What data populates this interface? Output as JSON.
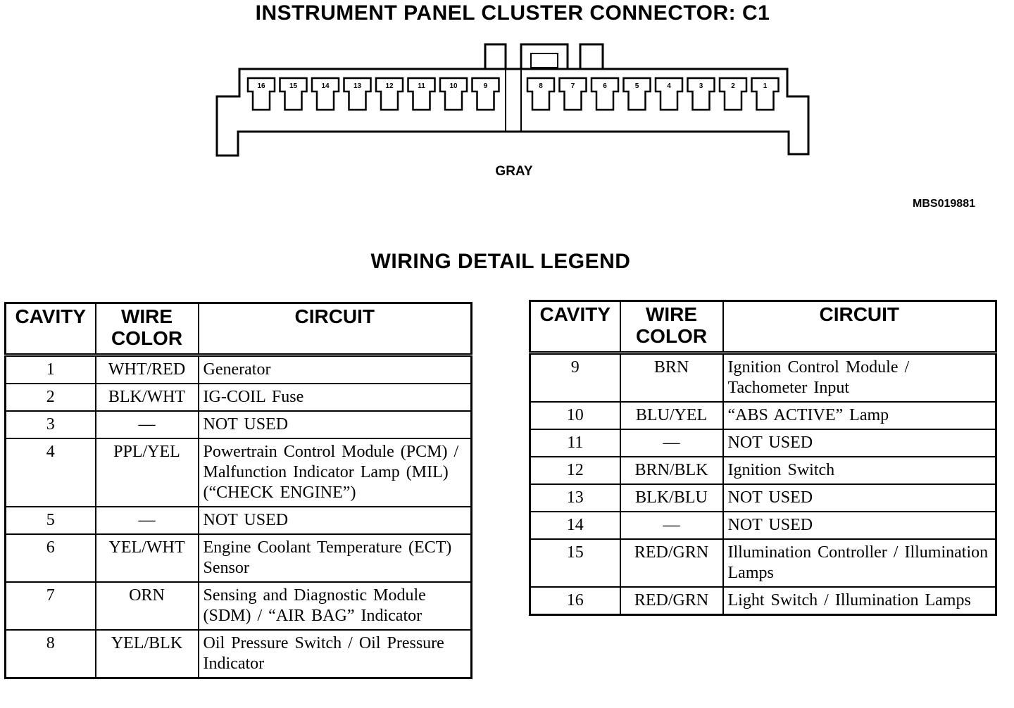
{
  "connector": {
    "title": "INSTRUMENT PANEL CLUSTER CONNECTOR: C1",
    "color_label": "GRAY",
    "figure_id": "MBS019881",
    "cavity_numbers": [
      "16",
      "15",
      "14",
      "13",
      "12",
      "11",
      "10",
      "9",
      "8",
      "7",
      "6",
      "5",
      "4",
      "3",
      "2",
      "1"
    ]
  },
  "legend": {
    "title": "WIRING DETAIL LEGEND",
    "headers": {
      "cavity": "CAVITY",
      "wire_color_line1": "WIRE",
      "wire_color_line2": "COLOR",
      "circuit": "CIRCUIT"
    },
    "left_rows": [
      {
        "cavity": "1",
        "color": "WHT/RED",
        "circuit": "Generator"
      },
      {
        "cavity": "2",
        "color": "BLK/WHT",
        "circuit": "IG-COIL Fuse"
      },
      {
        "cavity": "3",
        "color": "—",
        "circuit": "NOT USED"
      },
      {
        "cavity": "4",
        "color": "PPL/YEL",
        "circuit": "Powertrain Control Module (PCM) / Malfunction Indicator Lamp (MIL) (“CHECK ENGINE”)"
      },
      {
        "cavity": "5",
        "color": "—",
        "circuit": "NOT USED"
      },
      {
        "cavity": "6",
        "color": "YEL/WHT",
        "circuit": "Engine Coolant Temperature (ECT) Sensor"
      },
      {
        "cavity": "7",
        "color": "ORN",
        "circuit": "Sensing and Diagnostic Module (SDM) / “AIR BAG” Indicator"
      },
      {
        "cavity": "8",
        "color": "YEL/BLK",
        "circuit": "Oil Pressure Switch / Oil Pressure Indicator"
      }
    ],
    "right_rows": [
      {
        "cavity": "9",
        "color": "BRN",
        "circuit": "Ignition Control Module / Tachometer Input"
      },
      {
        "cavity": "10",
        "color": "BLU/YEL",
        "circuit": "“ABS ACTIVE” Lamp"
      },
      {
        "cavity": "11",
        "color": "—",
        "circuit": "NOT USED"
      },
      {
        "cavity": "12",
        "color": "BRN/BLK",
        "circuit": "Ignition Switch"
      },
      {
        "cavity": "13",
        "color": "BLK/BLU",
        "circuit": "NOT USED"
      },
      {
        "cavity": "14",
        "color": "—",
        "circuit": "NOT USED"
      },
      {
        "cavity": "15",
        "color": "RED/GRN",
        "circuit": "Illumination Controller / Illumination Lamps"
      },
      {
        "cavity": "16",
        "color": "RED/GRN",
        "circuit": "Light Switch / Illumination Lamps"
      }
    ]
  }
}
